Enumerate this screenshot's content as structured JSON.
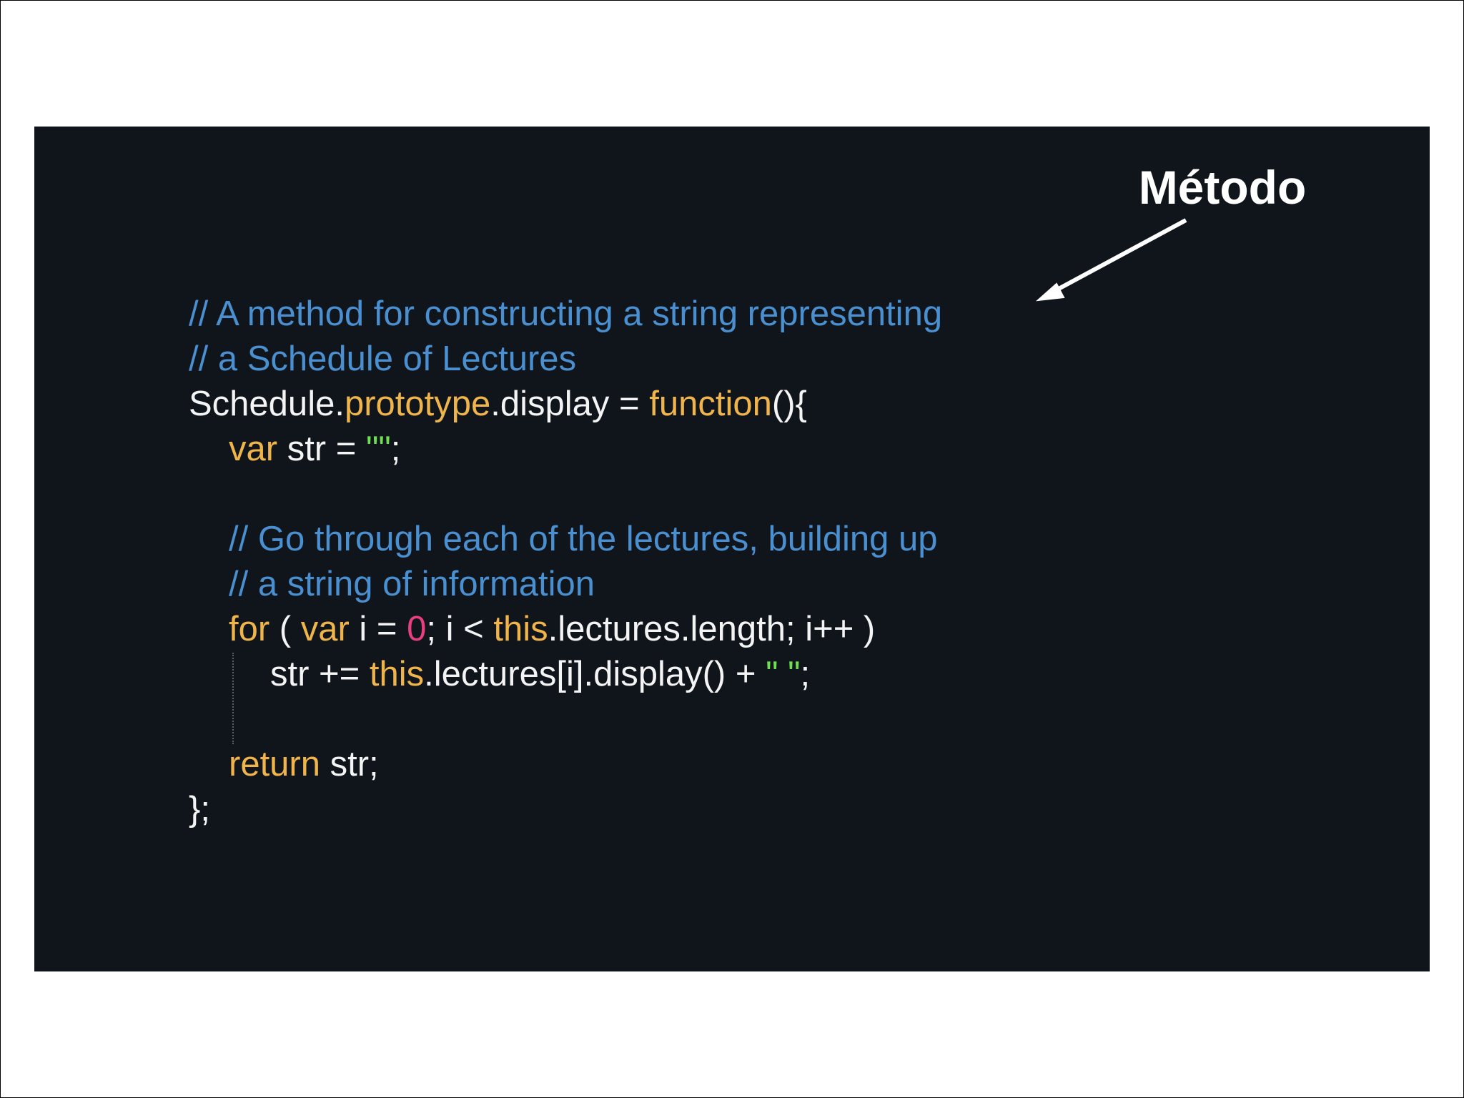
{
  "annotation": {
    "label": "Método"
  },
  "code": {
    "line1": {
      "comment": "// A method for constructing a string representing"
    },
    "line2": {
      "comment": "// a Schedule of Lectures"
    },
    "line3": {
      "obj": "Schedule.",
      "prop": "prototype",
      "rest": ".display = ",
      "keyword": "function",
      "tail": "(){"
    },
    "line4": {
      "keyword": "var",
      "mid": " str = ",
      "string": "\"\"",
      "tail": ";"
    },
    "line6": {
      "comment": "// Go through each of the lectures, building up"
    },
    "line7": {
      "comment": "// a string of information"
    },
    "line8": {
      "kw_for": "for",
      "paren": " ( ",
      "kw_var": "var",
      "assign": " i = ",
      "number": "0",
      "cond": "; i < ",
      "kw_this": "this",
      "tail": ".lectures.length; i++ )"
    },
    "line9": {
      "head": "str += ",
      "kw_this": "this",
      "mid": ".lectures[i].display() + ",
      "string": "\" \"",
      "tail": ";"
    },
    "line11": {
      "keyword": "return",
      "tail": " str;"
    },
    "line12": {
      "text": "};"
    }
  },
  "colors": {
    "background": "#10151c",
    "comment": "#4a8fd0",
    "keyword": "#f0b54a",
    "number": "#e8407e",
    "string": "#6fdf52",
    "text": "#f4f4f4"
  }
}
